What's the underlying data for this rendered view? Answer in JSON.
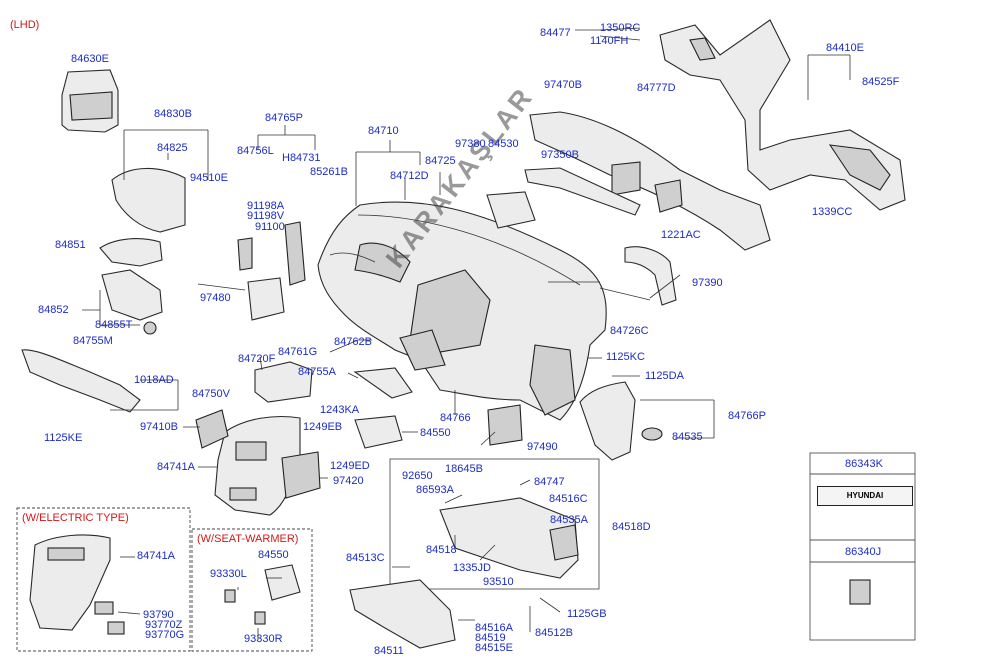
{
  "variant": "(LHD)",
  "watermark": "KARAKAŞLAR",
  "boxes": {
    "electric": "(W/ELECTRIC TYPE)",
    "seat_warmer": "(W/SEAT-WARMER)"
  },
  "emblem": {
    "brand": "HYUNDAI"
  },
  "labels": {
    "p84630E": "84630E",
    "p84830B": "84830B",
    "p84825": "84825",
    "p94510E": "94510E",
    "p84851": "84851",
    "p84852": "84852",
    "p84855T": "84855T",
    "p84755M": "84755M",
    "p1018AD": "1018AD",
    "p84750V": "84750V",
    "p1125KE": "1125KE",
    "p84765P": "84765P",
    "p84756L": "84756L",
    "pH84731": "H84731",
    "p85261B": "85261B",
    "p91198A": "91198A",
    "p91198V": "91198V",
    "p91100": "91100",
    "p97480": "97480",
    "p84710": "84710",
    "p84725": "84725",
    "p84712D": "84712D",
    "p97380": "97380",
    "p84530": "84530",
    "p84477": "84477",
    "p1350RC": "1350RC",
    "p1140FH": "1140FH",
    "p84410E": "84410E",
    "p84525F": "84525F",
    "p97470B": "97470B",
    "p84777D": "84777D",
    "p97350B": "97350B",
    "p1339CC": "1339CC",
    "p1221AC": "1221AC",
    "p97390": "97390",
    "p84726C": "84726C",
    "p1125KC": "1125KC",
    "p1125DA": "1125DA",
    "p84766P": "84766P",
    "p84535": "84535",
    "p84720F": "84720F",
    "p84761G": "84761G",
    "p84762B": "84762B",
    "p84755A": "84755A",
    "p1243KA": "1243KA",
    "p1249EB": "1249EB",
    "p1249ED": "1249ED",
    "p97410B": "97410B",
    "p84741A": "84741A",
    "p97420": "97420",
    "p84550": "84550",
    "p84766": "84766",
    "p97490": "97490",
    "p92650": "92650",
    "p18645B": "18645B",
    "p84747": "84747",
    "p86593A": "86593A",
    "p84516C": "84516C",
    "p84535A": "84535A",
    "p84518D": "84518D",
    "p84518": "84518",
    "p1335JD": "1335JD",
    "p93510": "93510",
    "p84513C": "84513C",
    "p1125GB": "1125GB",
    "p84516A": "84516A",
    "p84519": "84519",
    "p84512B": "84512B",
    "p84515E": "84515E",
    "p84511": "84511",
    "p86343K": "86343K",
    "p86340J": "86340J",
    "e84741A": "84741A",
    "p93790": "93790",
    "p93770Z": "93770Z",
    "p93770G": "93770G",
    "s84550": "84550",
    "p93330L": "93330L",
    "p93330R": "93330R"
  }
}
